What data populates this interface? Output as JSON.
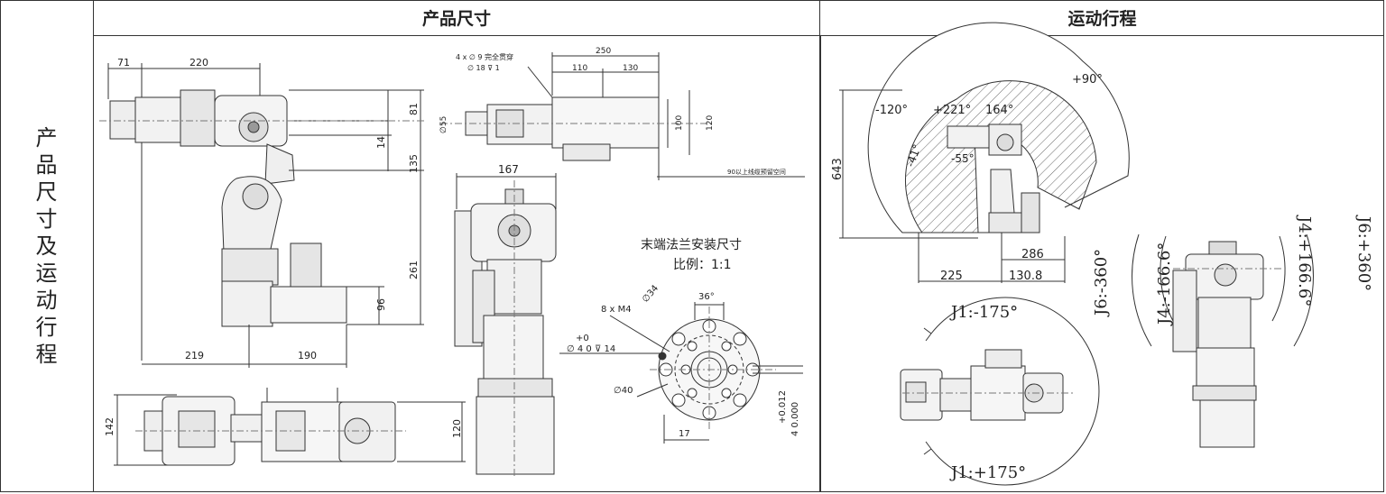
{
  "row_label": [
    "产",
    "品",
    "尺",
    "寸",
    "及",
    "运",
    "动",
    "行",
    "程"
  ],
  "headers": {
    "product_dimensions": "产品尺寸",
    "range_of_motion": "运动行程"
  },
  "side_view": {
    "dims": {
      "d71": "71",
      "d220": "220",
      "d81": "81",
      "d14": "14",
      "d135": "135",
      "d261": "261",
      "d96": "96",
      "d219": "219",
      "d190": "190"
    }
  },
  "top_view": {
    "hole_note_1": "4 x ∅ 9 完全贯穿",
    "hole_note_2": "∅ 18 ⊽ 1",
    "dims": {
      "d250": "250",
      "d110": "110",
      "d130": "130",
      "d55": "∅55",
      "d100": "100",
      "d120": "120"
    },
    "cable_note": "90以上线缆预留空间"
  },
  "front_view": {
    "dims": {
      "d167": "167"
    }
  },
  "flange": {
    "title": "末端法兰安装尺寸",
    "scale": "比例：1:1",
    "dims": {
      "d34": "∅34",
      "d36": "36°",
      "m4": "8 x  M4",
      "tol_plus": "+0",
      "hole": "∅ 4   0 ⊽ 14",
      "d40": "∅40",
      "d17": "17",
      "tol2_a": "+0.012",
      "tol2_b": "4  0.000"
    }
  },
  "bottom_view": {
    "dims": {
      "d142": "142",
      "d120": "120"
    }
  },
  "motion": {
    "angles": {
      "a_plus90": "+90°",
      "a_minus120": "-120°",
      "a_plus221": "+221°",
      "a_164": "164°",
      "a_minus41": "-41°",
      "a_minus55": "-55°"
    },
    "dims": {
      "d643": "643",
      "d286": "286",
      "d225": "225",
      "d1308": "130.8"
    },
    "j1_minus": "J1:-175°",
    "j1_plus": "J1:+175°",
    "j6_minus": "J6:-360°",
    "j4_minus": "J4:-166.6°",
    "j4_plus": "J4:+166.6°",
    "j6_plus": "J6:+360°"
  }
}
